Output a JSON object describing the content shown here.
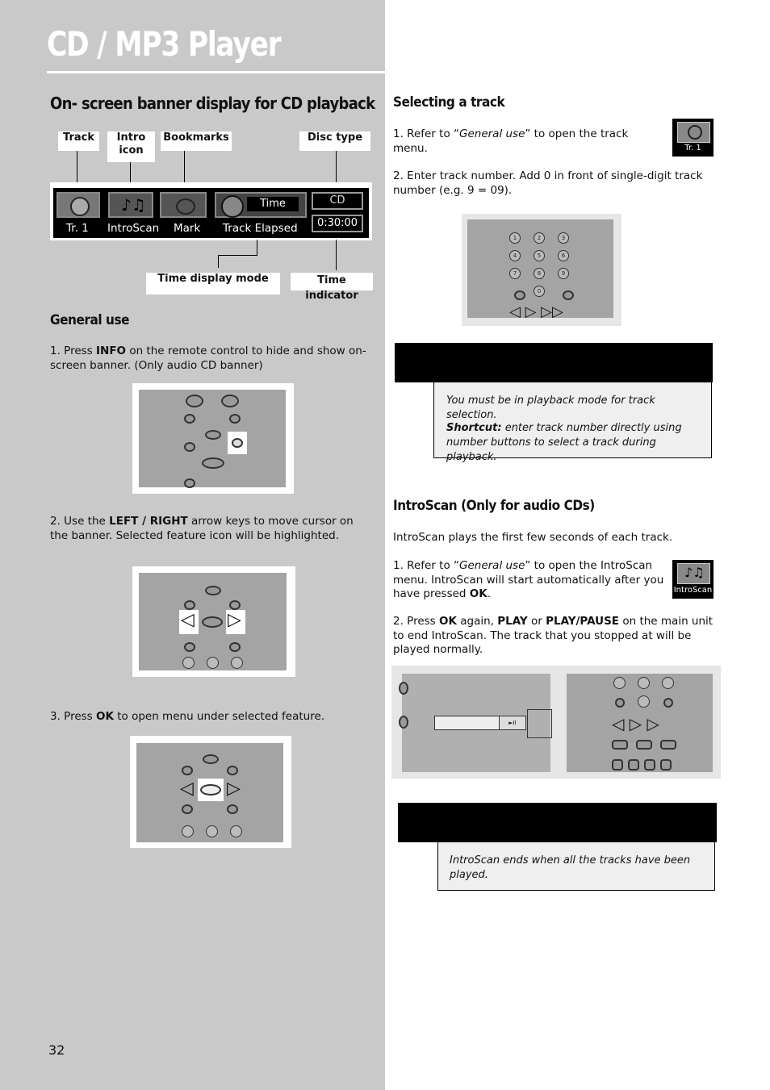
{
  "page": {
    "title": "CD / MP3 Player",
    "page_number": "32"
  },
  "banner_section": {
    "heading": "On- screen banner display for CD playback",
    "labels": {
      "track": "Track",
      "intro_icon": "Intro icon",
      "bookmarks": "Bookmarks",
      "disc_type": "Disc type",
      "time_display_mode": "Time display mode",
      "time_indicator": "Time indicator"
    },
    "banner": {
      "track": "Tr.  1",
      "introscan": "IntroScan",
      "mark": "Mark",
      "time_label": "Time",
      "track_elapsed": "Track Elapsed",
      "disc": "CD",
      "time": "0:30:00"
    }
  },
  "general_use": {
    "heading": "General use",
    "step1_pre": "1. Press ",
    "step1_key": "INFO",
    "step1_post": " on the remote control to hide and show on- screen  banner. (Only audio CD banner)",
    "step2_pre": "2. Use the ",
    "step2_key": "LEFT / RIGHT",
    "step2_post": " arrow keys to move cursor on the banner.  Selected feature icon will be highlighted.",
    "step3_pre": "3. Press ",
    "step3_key": "OK",
    "step3_post": " to open menu under selected feature."
  },
  "selecting_track": {
    "heading": "Selecting a track",
    "step1_pre": "1.  Refer to “",
    "step1_em": "General use",
    "step1_post": "” to open the track menu.",
    "step2": "2.  Enter track number. Add 0 in front of single-digit track number (e.g. 9 = 09).",
    "thumb_label": "Tr.  1",
    "note_line1": "You must be in playback mode for track selection.",
    "note_shortcut_label": "Shortcut:",
    "note_shortcut_text": " enter track number directly using number buttons to select a track during playback."
  },
  "introscan": {
    "heading": "IntroScan (Only for audio CDs)",
    "intro": "IntroScan plays the first few seconds of each track.",
    "step1_pre": "1.  Refer to “",
    "step1_em": "General use",
    "step1_mid": "” to open the IntroScan menu. IntroScan will start automatically after you have pressed ",
    "step1_key": "OK",
    "step1_end": ".",
    "step2_pre": "2. Press ",
    "step2_k1": "OK",
    "step2_t1": " again, ",
    "step2_k2": "PLAY",
    "step2_t2": " or ",
    "step2_k3": "PLAY/PAUSE",
    "step2_post": " on the main unit to end IntroScan. The track that you stopped at will be played normally.",
    "thumb_label": "IntroScan",
    "note": "IntroScan ends when all the tracks have been played."
  },
  "keypad": [
    "1",
    "2",
    "3",
    "4",
    "5",
    "6",
    "7",
    "8",
    "9",
    "0"
  ]
}
